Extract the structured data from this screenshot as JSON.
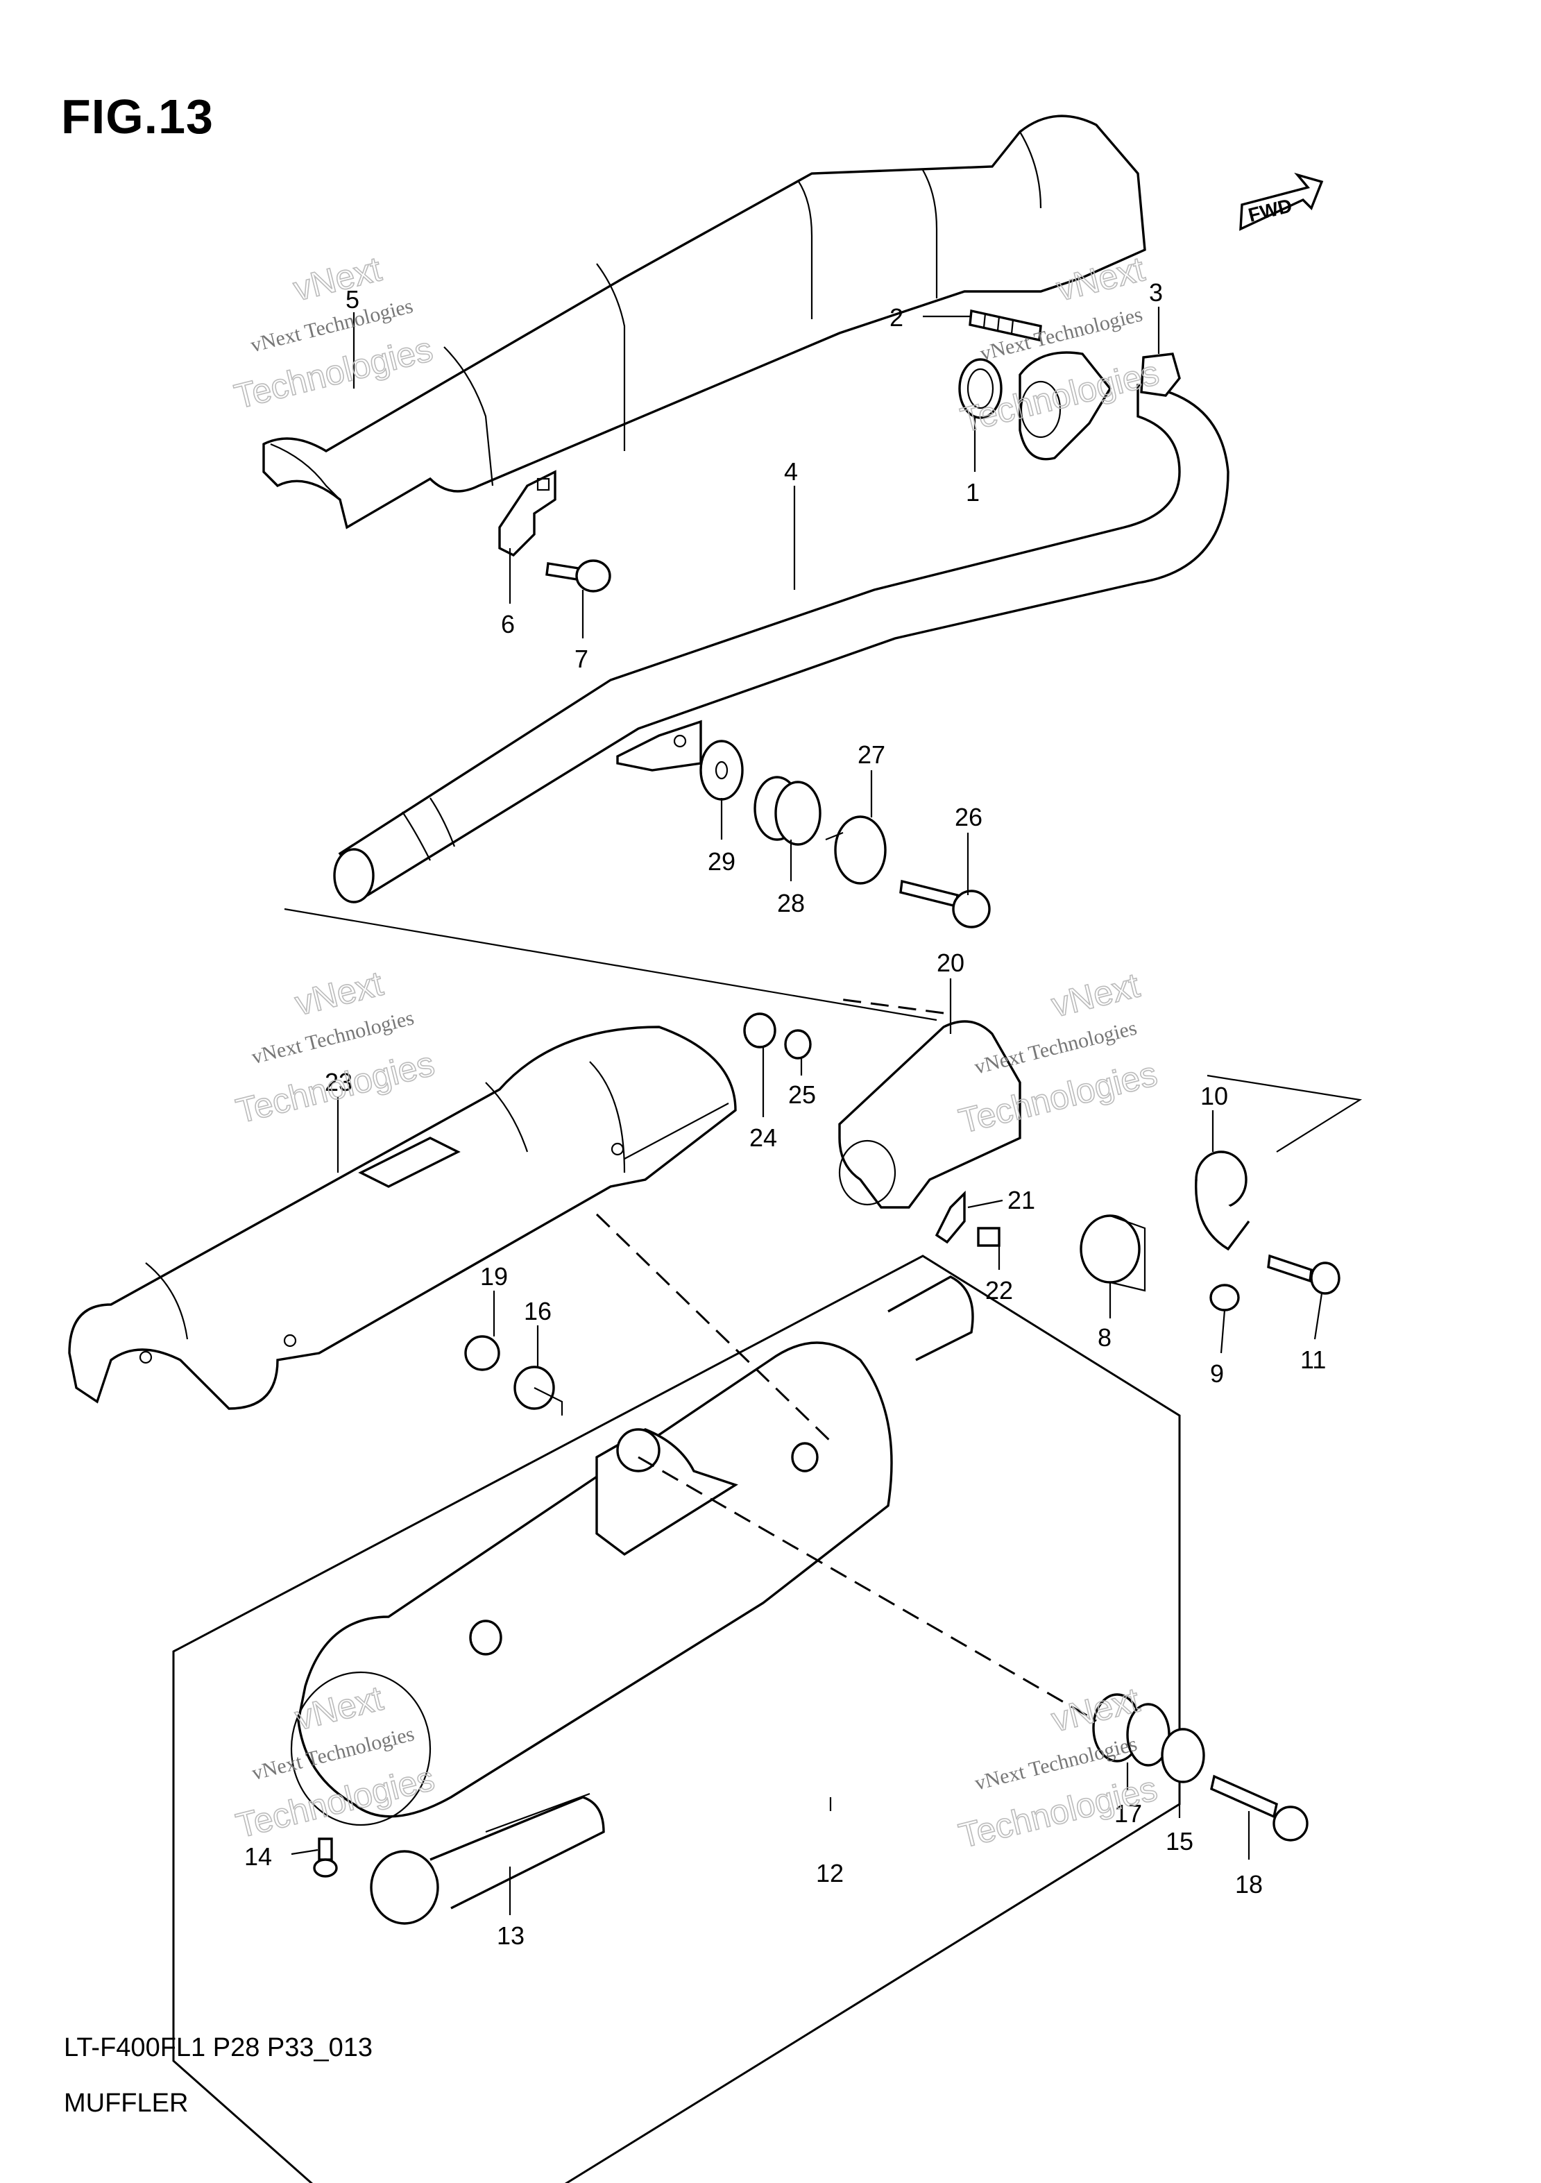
{
  "figure": {
    "title": "FIG.13",
    "code": "LT-F400FL1 P28 P33_013",
    "name": "MUFFLER",
    "direction_badge": "FWD"
  },
  "watermark": {
    "line1": "vNext Technologies",
    "line2": "vNext",
    "line3": "Technologies"
  },
  "callouts": [
    "1",
    "2",
    "3",
    "4",
    "5",
    "6",
    "7",
    "8",
    "9",
    "10",
    "11",
    "12",
    "13",
    "14",
    "15",
    "16",
    "17",
    "18",
    "19",
    "20",
    "21",
    "22",
    "23",
    "24",
    "25",
    "26",
    "27",
    "28",
    "29"
  ]
}
